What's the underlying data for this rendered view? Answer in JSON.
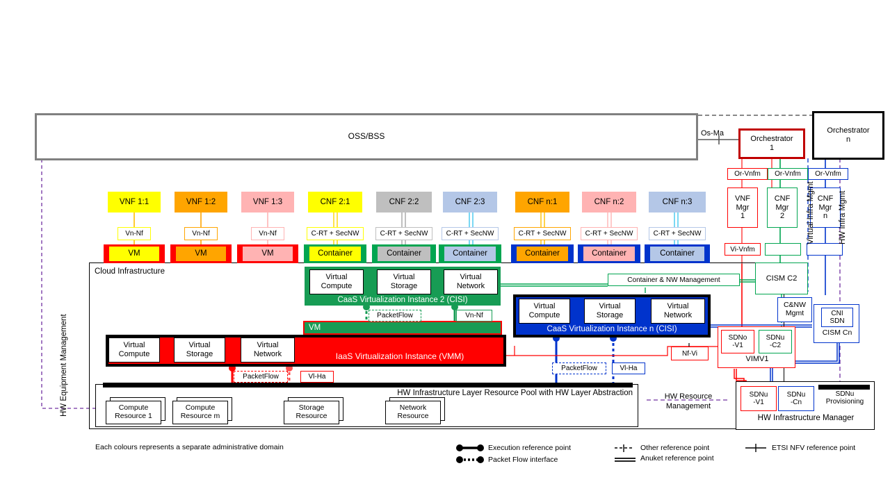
{
  "diagram": {
    "caption": "Each colours represents a separate administrative domain",
    "oss_bss": "OSS/BSS",
    "cloud_infrastructure": "Cloud Infrastructure",
    "hw_pool": "HW Infrastructure Layer Resource Pool with HW Layer Abstraction",
    "hw_infra_manager": "HW Infrastructure Manager"
  },
  "orchestrators": [
    {
      "label": "Orchestrator\n1",
      "line1": "Orchestrator",
      "line2": "1",
      "color": "#C00000"
    },
    {
      "label": "Orchestrator\nn",
      "line1": "Orchestrator",
      "line2": "n",
      "color": "#000000"
    }
  ],
  "os_ma": "Os-Ma",
  "functions": [
    {
      "name": "VNF 1:1",
      "fill": "#FFFF00",
      "border": "#FFFF00",
      "iface": "Vn-Nf",
      "ifcolor": "#FFFF00",
      "runtime": "VM",
      "rail": "#FF0000"
    },
    {
      "name": "VNF 1:2",
      "fill": "#FFA500",
      "border": "#FFA500",
      "iface": "Vn-Nf",
      "ifcolor": "#FFA500",
      "runtime": "VM",
      "rail": "#FF0000"
    },
    {
      "name": "VNF 1:3",
      "fill": "#FFB3B3",
      "border": "#FFB3B3",
      "iface": "Vn-Nf",
      "ifcolor": "#FFB3B3",
      "runtime": "VM",
      "rail": "#FF0000"
    },
    {
      "name": "CNF 2:1",
      "fill": "#FFFF00",
      "border": "#FFFF00",
      "iface": "C-RT + SecNW",
      "ifcolor": "#FFFF00",
      "runtime": "Container",
      "rail": "#00A550"
    },
    {
      "name": "CNF 2:2",
      "fill": "#BFBFBF",
      "border": "#BFBFBF",
      "iface": "C-RT + SecNW",
      "ifcolor": "#BFBFBF",
      "runtime": "Container",
      "rail": "#00A550"
    },
    {
      "name": "CNF 2:3",
      "fill": "#B4C7E7",
      "border": "#B4C7E7",
      "iface": "C-RT + SecNW",
      "ifcolor": "#B4C7E7",
      "runtime": "Container",
      "rail": "#00A550"
    },
    {
      "name": "CNF n:1",
      "fill": "#FFA500",
      "border": "#FFA500",
      "iface": "C-RT + SecNW",
      "ifcolor": "#FFA500",
      "runtime": "Container",
      "rail": "#0033CC"
    },
    {
      "name": "CNF n:2",
      "fill": "#FFB3B3",
      "border": "#FFB3B3",
      "iface": "C-RT + SecNW",
      "ifcolor": "#FFB3B3",
      "runtime": "Container",
      "rail": "#0033CC"
    },
    {
      "name": "CNF n:3",
      "fill": "#B4C7E7",
      "border": "#B4C7E7",
      "iface": "C-RT + SecNW",
      "ifcolor": "#B4C7E7",
      "runtime": "Container",
      "rail": "#0033CC"
    }
  ],
  "instances": {
    "caas2": {
      "title": "CaaS Virtualization Instance 2 (CISI)",
      "color": "#179C54",
      "cells": [
        "Virtual Compute",
        "Virtual Storage",
        "Virtual Network"
      ],
      "vm_label": "VM"
    },
    "caasn": {
      "title": "CaaS Virtualization Instance n (CISI)",
      "color": "#0033CC",
      "cells": [
        "Virtual Compute",
        "Virtual Storage",
        "Virtual Network"
      ]
    },
    "iaas": {
      "title": "IaaS Virtualization Instance (VMM)",
      "color": "#FF0000",
      "cells": [
        "Virtual Compute",
        "Virtual Storage",
        "Virtual Network"
      ]
    }
  },
  "virtual_cells": {
    "compute_l1": "Virtual",
    "compute_l2": "Compute",
    "storage_l1": "Virtual",
    "storage_l2": "Storage",
    "network_l1": "Virtual",
    "network_l2": "Network"
  },
  "hw_resources": [
    {
      "l1": "Compute",
      "l2": "Resource 1"
    },
    {
      "l1": "Compute",
      "l2": "Resource m"
    },
    {
      "l1": "Storage",
      "l2": "Resource"
    },
    {
      "l1": "Network",
      "l2": "Resource"
    }
  ],
  "reference_points": {
    "packetflow_green": "PacketFlow",
    "vn_nf_green": "Vn-Nf",
    "packetflow_red": "PacketFlow",
    "vi_ha_red": "Vl-Ha",
    "packetflow_blue": "PacketFlow",
    "vi_ha_blue": "Vl-Ha",
    "nf_vi": "Nf-Vi",
    "vi_vnfm": "Vi-Vnfm",
    "or_vnfm": "Or-Vnfm",
    "container_nw_mgmt": "Container & NW Management"
  },
  "managers": [
    {
      "l1": "VNF",
      "l2": "Mgr",
      "l3": "1",
      "color": "#FF0000"
    },
    {
      "l1": "CNF",
      "l2": "Mgr",
      "l3": "2",
      "color": "#00A550"
    },
    {
      "l1": "CNF",
      "l2": "Mgr",
      "l3": "n",
      "color": "#0033CC"
    }
  ],
  "right_panel": {
    "cism_c2": "CISM C2",
    "cism_cn": "CISM Cn",
    "cni_sdn_l1": "CNI",
    "cni_sdn_l2": "SDN",
    "cnw_mgmt_l1": "C&NW",
    "cnw_mgmt_l2": "Mgmt",
    "sdno_v1_l1": "SDNo",
    "sdno_v1_l2": "-V1",
    "sdnu_c2_l1": "SDNu",
    "sdnu_c2_l2": "-C2",
    "vimv1": "VIMV1",
    "sdnu_v1_l1": "SDNu",
    "sdnu_v1_l2": "-V1",
    "sdnu_cn_l1": "SDNu",
    "sdnu_cn_l2": "-Cn",
    "sdnu_prov_l1": "SDNu",
    "sdnu_prov_l2": "Provisioning"
  },
  "vertical_labels": {
    "hw_equipment_management": "HW Equipment Management",
    "virtual_infra_mgmt": "Virtual Infra Mgmt",
    "hw_infra_mgmt": "HW Infra Mgmt"
  },
  "hw_resource_management": {
    "l1": "HW Resource",
    "l2": "Management"
  },
  "legend": [
    {
      "glyph": "execution-ref-point",
      "text": "Execution reference point"
    },
    {
      "glyph": "packet-flow-interface",
      "text": "Packet Flow interface"
    },
    {
      "glyph": "other-ref-point",
      "text": "Other reference point"
    },
    {
      "glyph": "anuket-ref-point",
      "text": "Anuket  reference point"
    },
    {
      "glyph": "etsi-nfv-ref-point",
      "text": "ETSI NFV reference point"
    }
  ]
}
